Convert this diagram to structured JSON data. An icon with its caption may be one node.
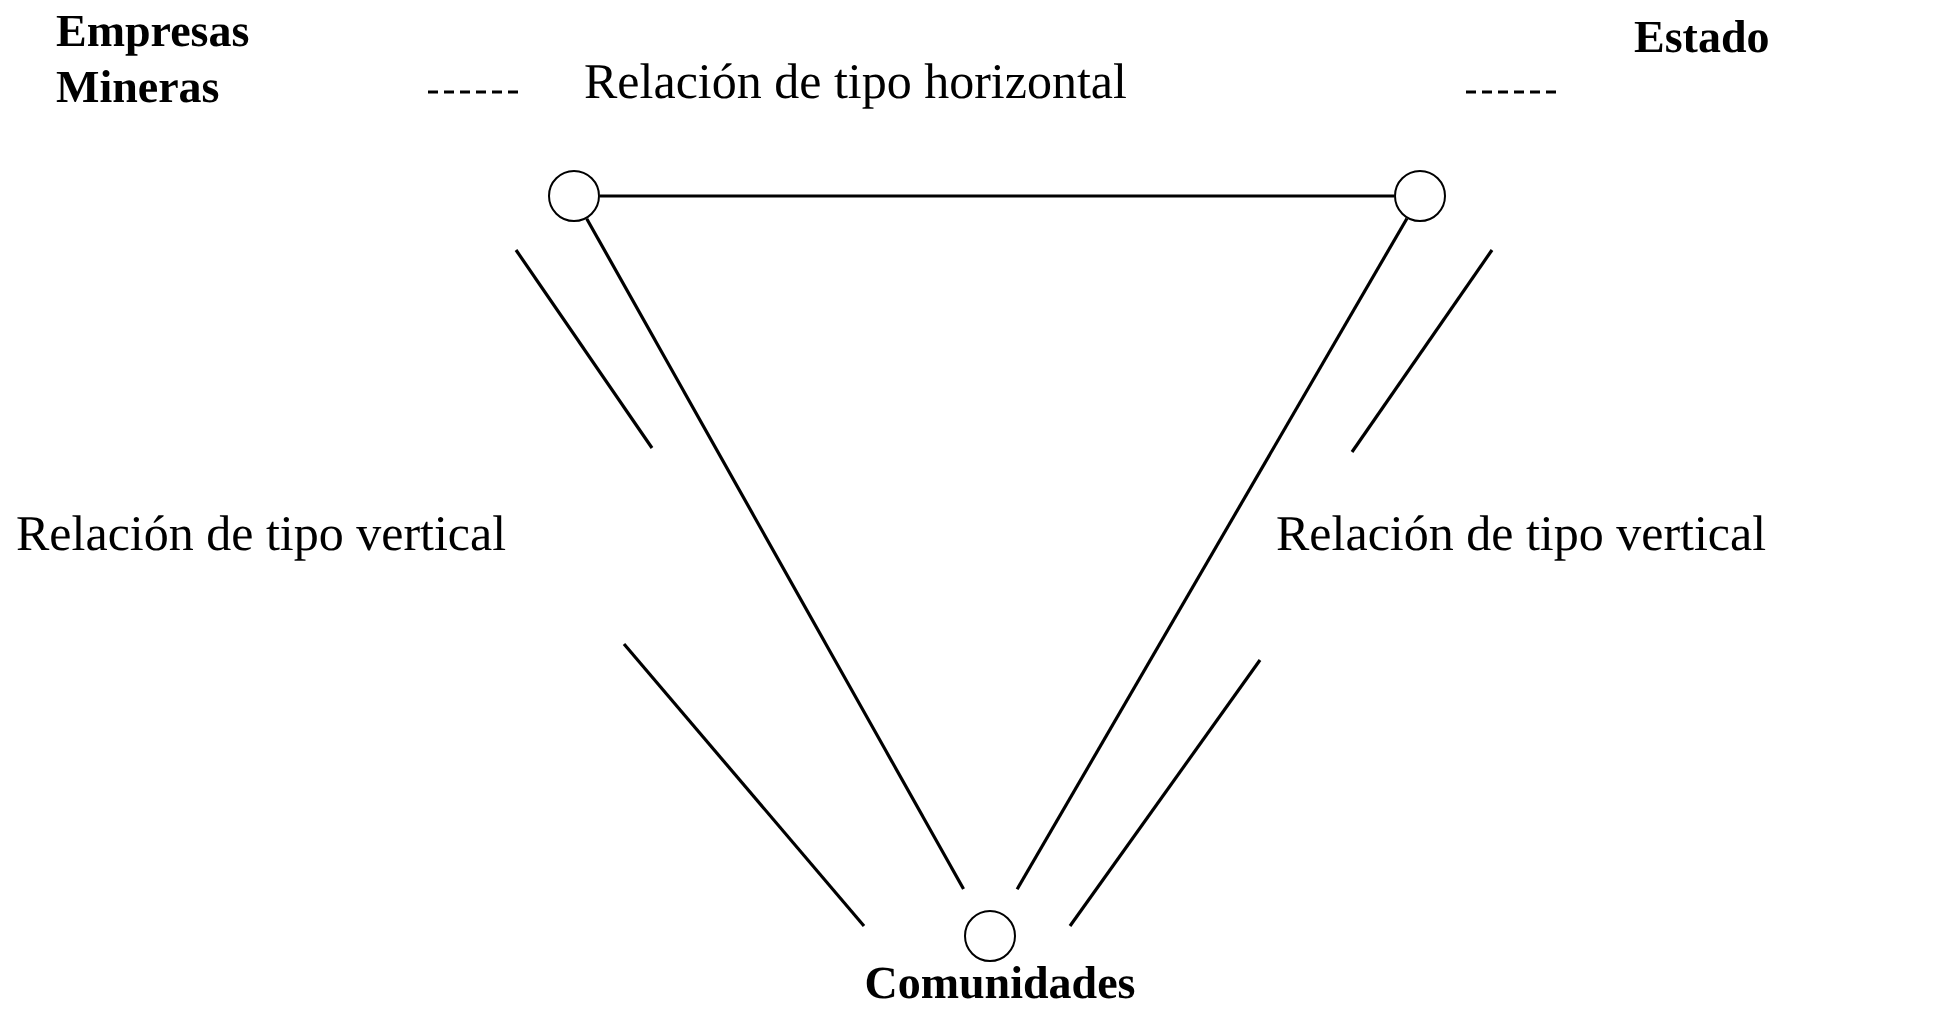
{
  "diagram": {
    "nodes": [
      {
        "text": [],
        "shape": "circle"
      },
      {
        "text": [],
        "shape": "circle"
      },
      {
        "text": [],
        "shape": "circle",
        "beside": [
          "Comunidades"
        ]
      }
    ],
    "edges": [
      {
        "from": 0,
        "to": 1,
        "arrow": "none"
      },
      {
        "from": 0,
        "to": 2,
        "arrow": "none"
      },
      {
        "from": 1,
        "to": 2,
        "arrow": "none"
      }
    ],
    "labels": [
      "Empresas Mineras",
      "Relación de tipo horizontal",
      "Estado",
      "Relación de tipo vertical",
      "Relación de tipo vertical"
    ]
  }
}
